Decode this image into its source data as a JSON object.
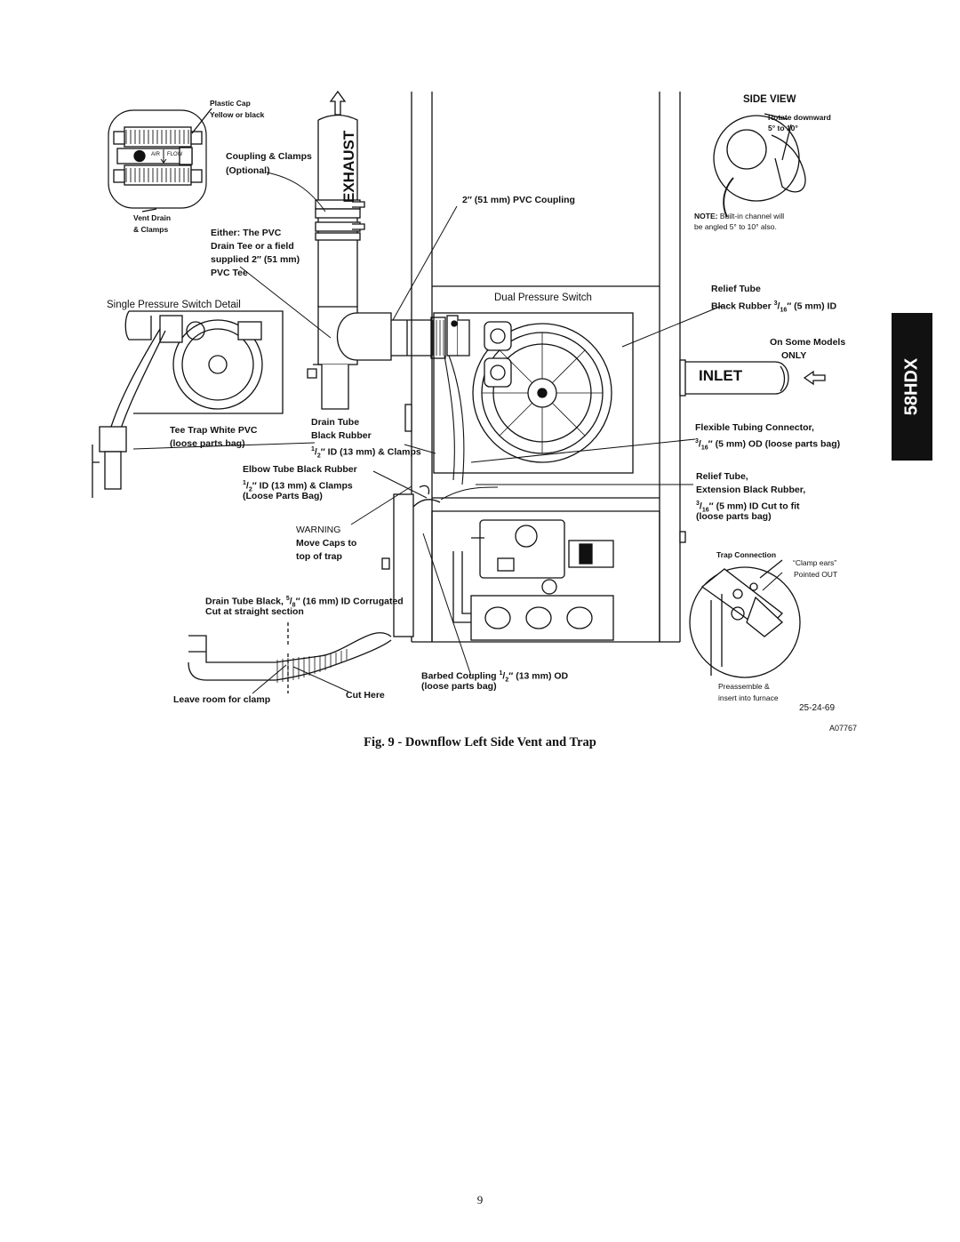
{
  "side_tab": "58HDX",
  "caption": "Fig. 9 - Downflow Left Side Vent and Trap",
  "page_number": "9",
  "figure_code": "A07767",
  "labels": {
    "plastic_cap": "Plastic  Cap",
    "yellow_or_black": "Yellow or black",
    "air": "AIR",
    "flow": "FLOW",
    "vent_drain": "Vent Drain",
    "clamps": "& Clamps",
    "coupling_clamps": "Coupling & Clamps",
    "optional": "(Optional)",
    "exhaust": "EXHAUST",
    "either_pvc_1": "Either: The PVC",
    "either_pvc_2": "Drain Tee or a field",
    "either_pvc_3": "supplied 2″ (51 mm)",
    "either_pvc_4": "PVC Tee",
    "pvc_coupling": "2″ (51 mm) PVC Coupling",
    "single_pressure_switch": "Single Pressure Switch  Detail",
    "dual_pressure_switch": "Dual Pressure Switch",
    "side_view": "SIDE VIEW",
    "rotate_downward": "Rotate downward",
    "rotate_degrees": "5° to 10°",
    "note_bold": "NOTE:",
    "note_text": " Built-in channel will",
    "note_text_2": "be angled 5° to 10°  also.",
    "relief_tube": "Relief Tube",
    "relief_tube_black_rubber": "Black Rubber",
    "relief_frac_num": "3",
    "relief_frac_den": "16",
    "relief_tube_size": "″ (5 mm) ID",
    "on_some_models": "On Some Models",
    "only": "ONLY",
    "inlet": "INLET",
    "tee_trap_1": "Tee Trap White  PVC",
    "tee_trap_2": "(loose parts bag)",
    "drain_tube": "Drain Tube",
    "drain_tube_black_rubber": "Black Rubber",
    "drain_frac_num": "1",
    "drain_frac_den": "2",
    "drain_tube_size": "″ ID (13 mm) & Clamps",
    "flex_tubing": "Flexible Tubing Connector,",
    "flex_frac_num": "3",
    "flex_frac_den": "16",
    "flex_size": "″ (5 mm) OD (loose parts bag)",
    "elbow_tube": "Elbow Tube Black Rubber",
    "elbow_frac_num": "1",
    "elbow_frac_den": "2",
    "elbow_size": "″ ID (13 mm) & Clamps",
    "loose_parts_bag_cap": "(Loose Parts Bag)",
    "relief_tube_2": "Relief Tube,",
    "extension": "Extension Black Rubber,",
    "ext_frac_num": "3",
    "ext_frac_den": "16",
    "ext_size": "″ (5 mm) ID Cut to fit",
    "ext_bag": "(loose parts bag)",
    "warning": "WARNING",
    "move_caps": "Move Caps to",
    "top_of_trap": "top of trap",
    "trap_connection": "Trap Connection",
    "clamp_ears": "“Clamp ears”",
    "pointed_out": "Pointed OUT",
    "drain_tube_black": "Drain Tube Black,",
    "corr_frac_num": "5",
    "corr_frac_den": "8",
    "corr_size": "″ (16 mm) ID Corrugated",
    "cut_straight": "Cut at straight section",
    "barbed_coupling": "Barbed Coupling",
    "barbed_frac_num": "1",
    "barbed_frac_den": "2",
    "barbed_size": "″ (13 mm) OD",
    "barbed_bag": "(loose parts bag)",
    "leave_room": "Leave room for clamp",
    "cut_here": "Cut Here",
    "preassemble": "Preassemble &",
    "insert": "insert into furnace",
    "part_number": "25-24-69"
  }
}
